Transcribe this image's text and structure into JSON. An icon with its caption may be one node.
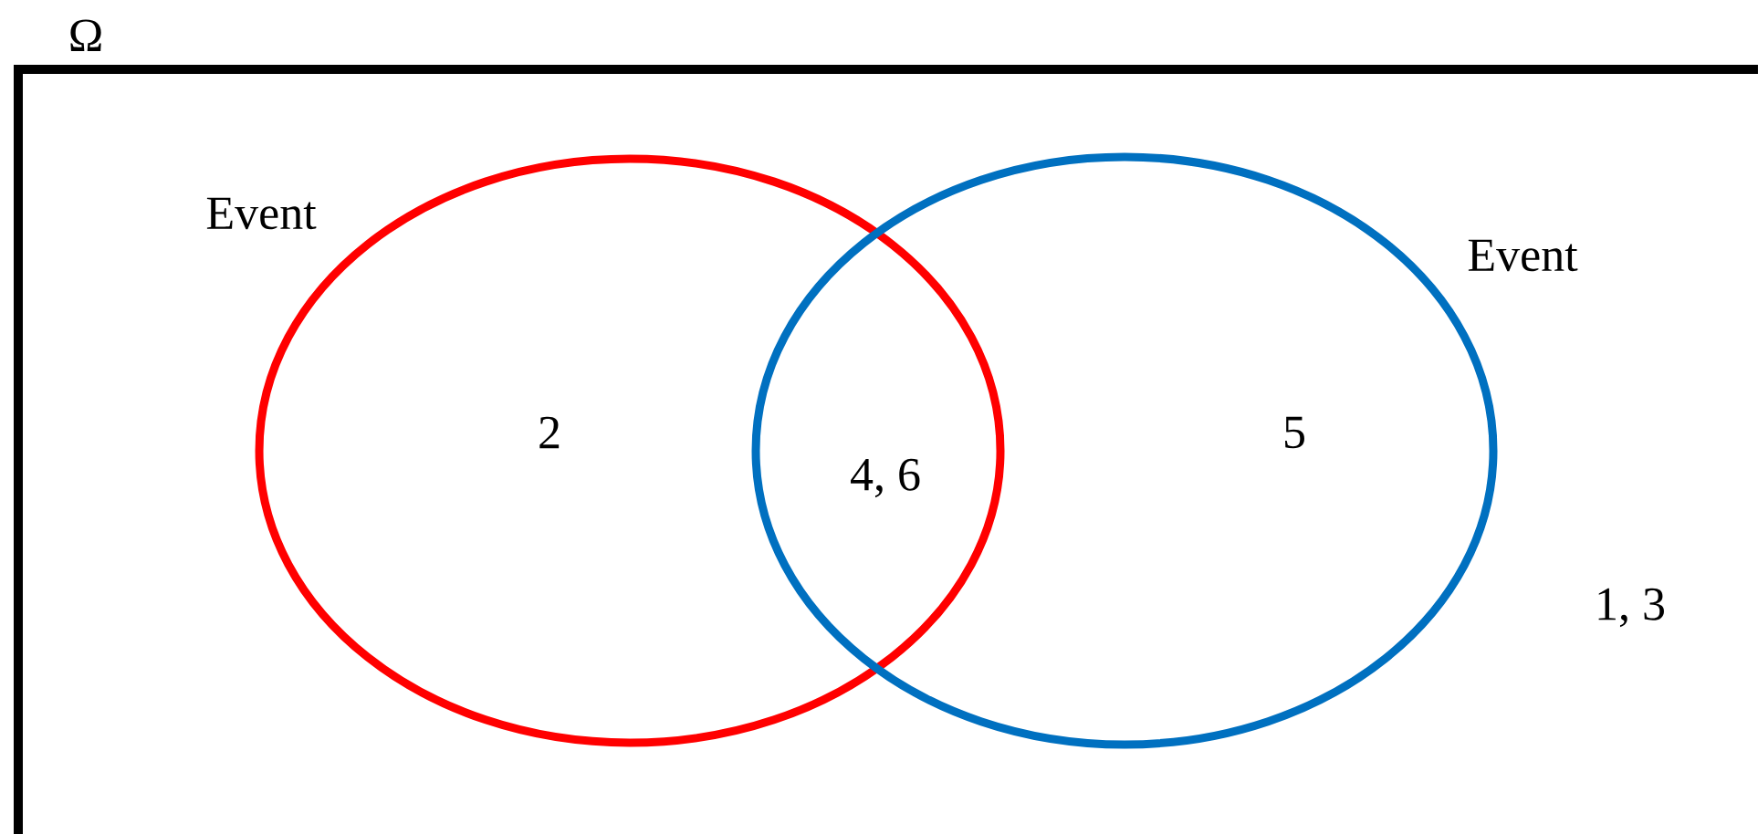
{
  "diagram": {
    "nodes": [
      {
        "text": [
          "Ω",
          "1, 3"
        ]
      },
      {
        "text": [
          "2"
        ],
        "beside": [
          "Event"
        ],
        "in": 0
      },
      {
        "text": [
          "5"
        ],
        "beside": [
          "Event"
        ],
        "in": 0
      }
    ],
    "labels": [
      "4, 6"
    ]
  }
}
